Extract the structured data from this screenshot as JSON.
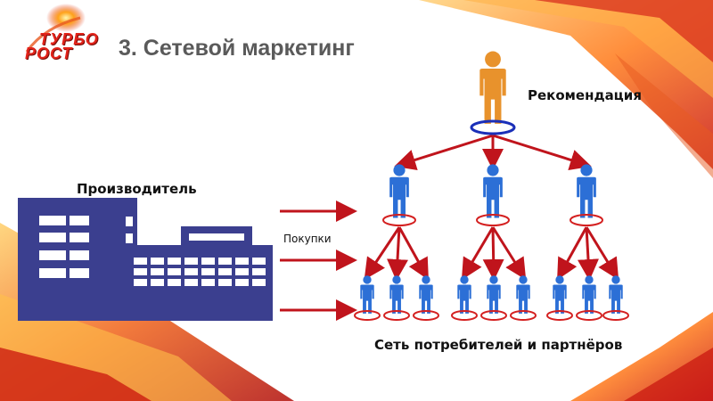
{
  "title": "3. Сетевой маркетинг",
  "logo": {
    "line1": "ТУРБО",
    "line2": "РОСТ"
  },
  "labels": {
    "recommendation": "Рекомендация",
    "producer": "Производитель",
    "purchases": "Покупки",
    "network": "Сеть потребителей и партнёров"
  },
  "colors": {
    "top_person": "#e8922c",
    "person": "#2c6fd6",
    "building": "#3b3f8f",
    "arrow": "#c0141c",
    "top_ring": "#1a2fb8",
    "ring": "#d42020",
    "title": "#5a5a5a"
  }
}
